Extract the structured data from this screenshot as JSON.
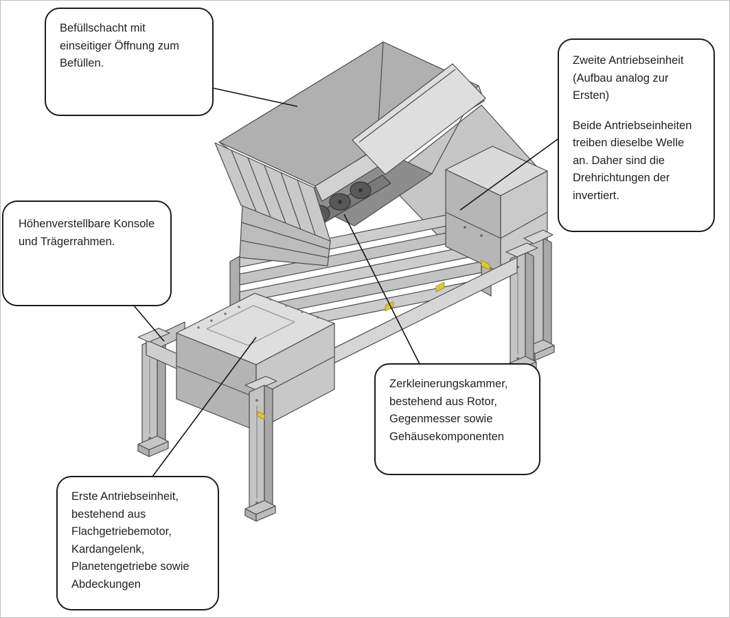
{
  "illustration": {
    "alt": "Isometrische CAD-Zeichnung eines Zweiwellen-Zerkleinerers mit Befüllschacht, Zerkleinerungskammer, zwei Antriebseinheiten und höhenverstellbarem Trägerrahmen"
  },
  "callouts": {
    "befuellschacht": {
      "text": "Befüllschacht mit einseitiger Öffnung zum Befüllen."
    },
    "zweite_antriebseinheit": {
      "text1": "Zweite Antriebseinheit (Aufbau analog zur Ersten)",
      "text2": "Beide Antriebseinheiten treiben dieselbe Welle an. Daher sind die Drehrichtungen der invertiert."
    },
    "hoehenverstellbare_konsole": {
      "text": "Höhenverstellbare Konsole und Trägerrahmen."
    },
    "zerkleinerungskammer": {
      "text": "Zerkleinerungskammer, bestehend aus Rotor, Gegenmesser sowie Gehäusekomponenten"
    },
    "erste_antriebseinheit": {
      "text": "Erste Antriebseinheit, bestehend aus Flachgetriebemotor, Kardangelenk, Planetengetriebe sowie Abdeckungen"
    }
  },
  "colors": {
    "background": "#ffffff",
    "callout_border": "#1a1a1a",
    "callout_background": "#ffffff",
    "machine_light_gray": "#dedede",
    "machine_mid_gray": "#c6c6c6",
    "machine_dark_gray": "#8d8d8d",
    "warning_label_yellow": "#e3c72e",
    "line_black": "#141414"
  }
}
